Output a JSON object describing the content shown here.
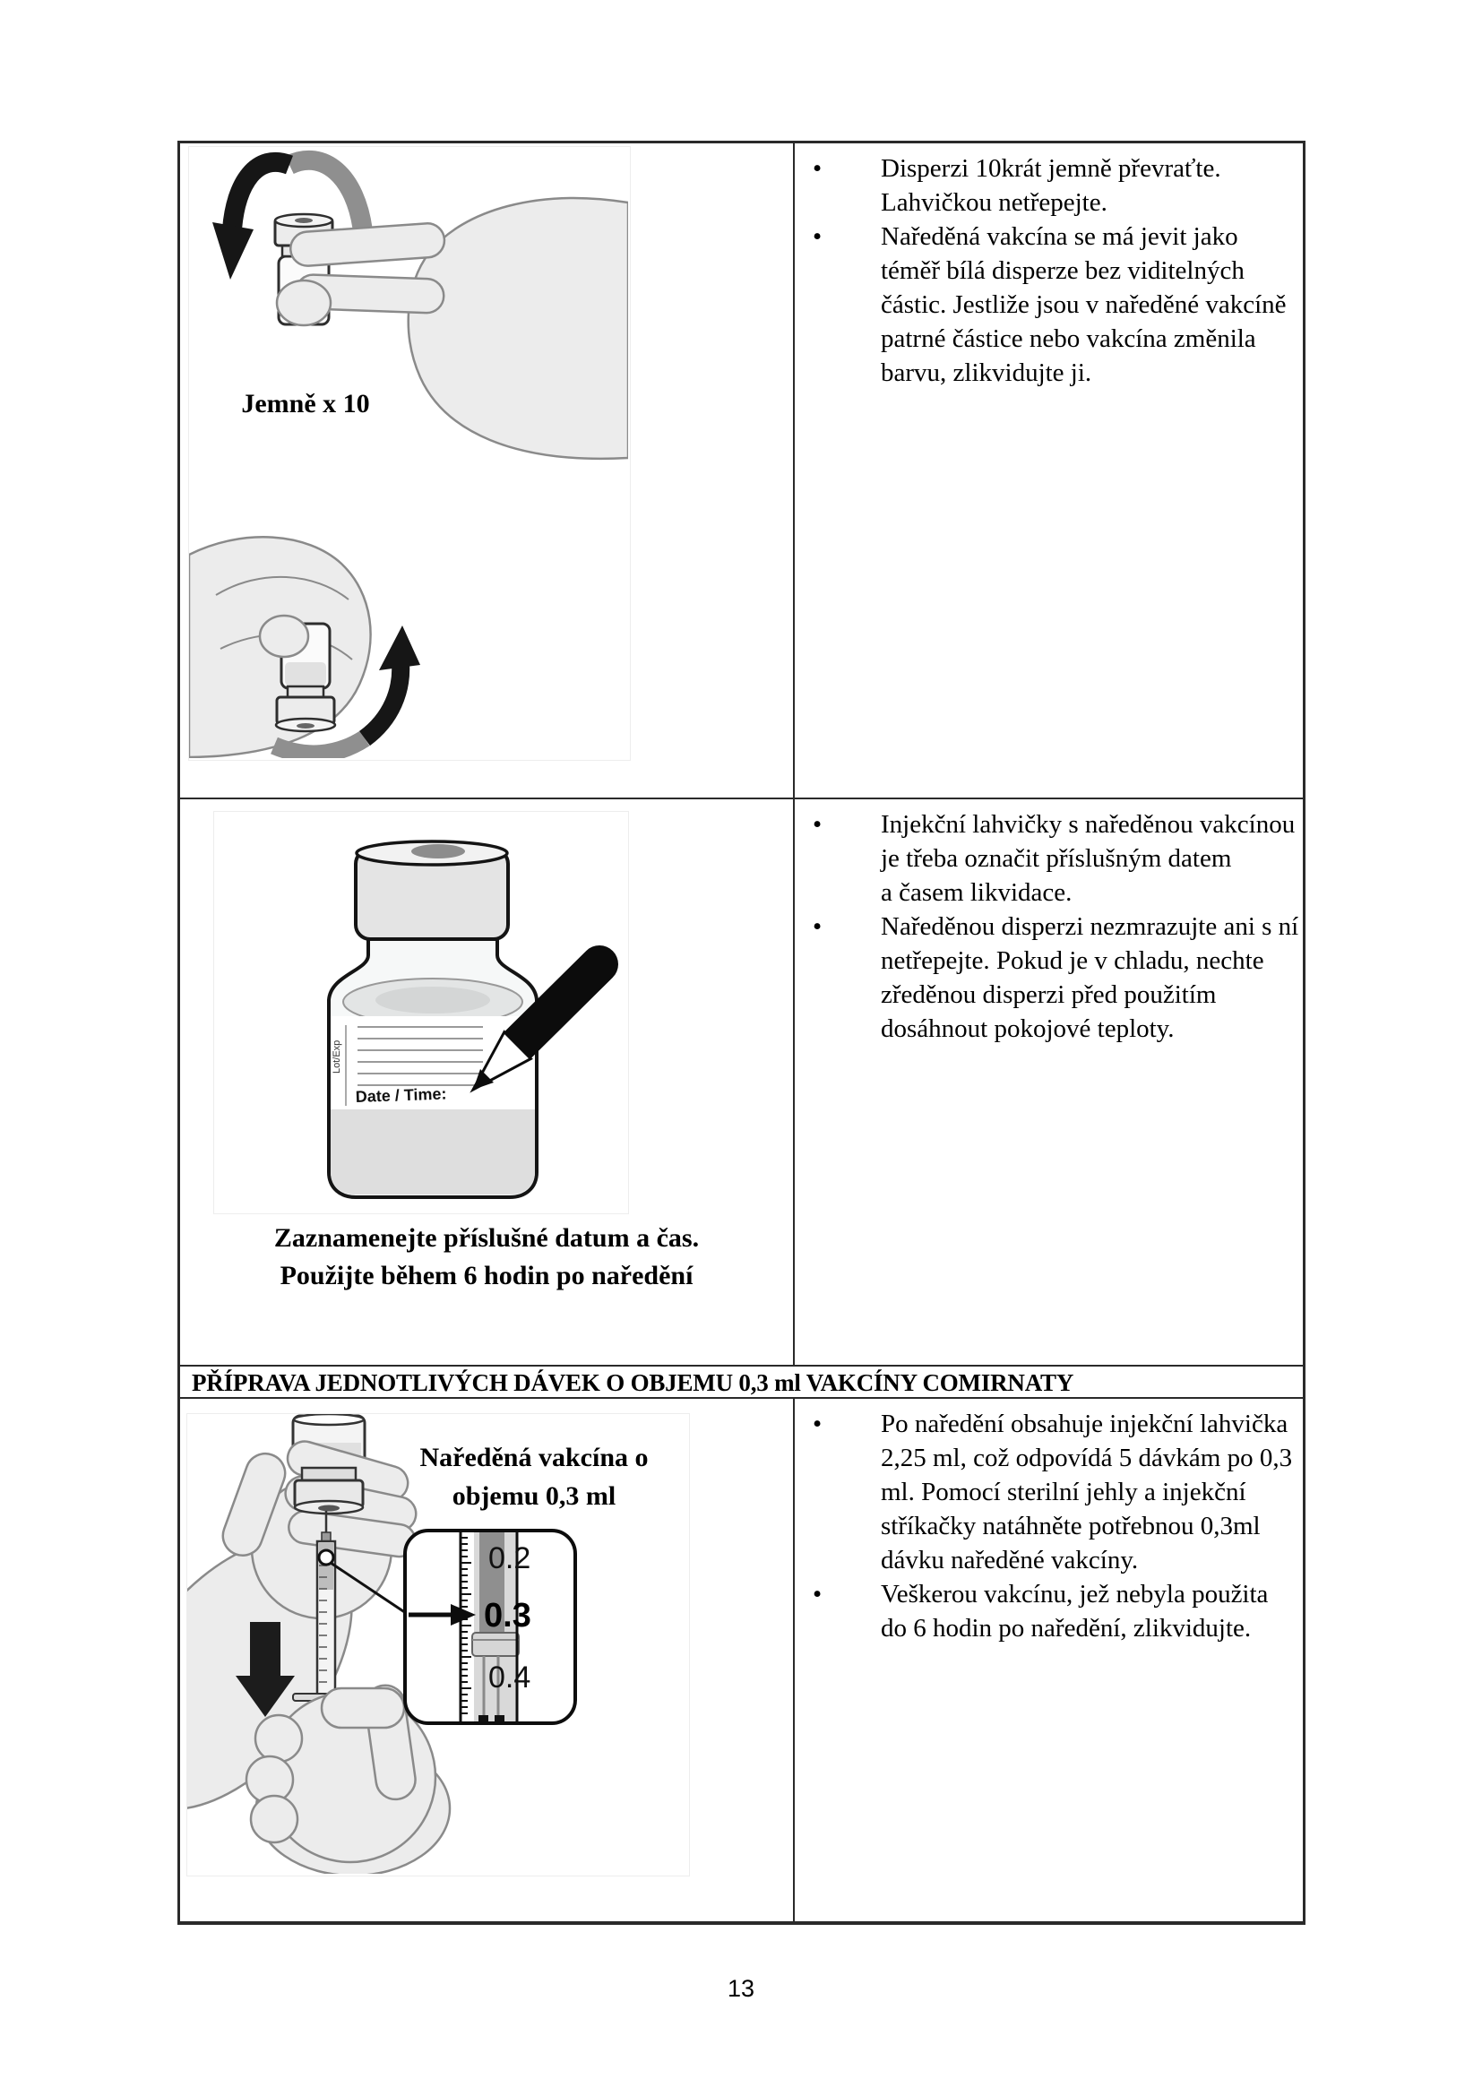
{
  "page_number": "13",
  "icons": {
    "bullet": "•"
  },
  "colors": {
    "border": "#2a2a2a",
    "text": "#000000",
    "hand_fill": "#ececec",
    "hand_stroke": "#8a8a8a",
    "arrow_black": "#161616",
    "arrow_gray": "#8f8f8f",
    "vial_cap_gray": "#e4e4e4",
    "liquid_gray": "#dedede"
  },
  "section1": {
    "caption": "Jemně x 10",
    "bullets": [
      "Disperzi 10krát jemně převraťte. Lahvičkou netřepejte.",
      "Naředěná vakcína se má jevit jako téměř bílá disperze bez viditelných částic. Jestliže jsou v naředěné vakcíně patrné částice nebo vakcína změnila barvu, zlikvidujte ji."
    ]
  },
  "section2": {
    "caption_lines": [
      "Zaznamenejte příslušné datum a čas.",
      "Použijte během 6 hodin po naředění"
    ],
    "vial_label_title": "Date / Time:",
    "vial_side_text": "Lot/Exp",
    "bullets": [
      "Injekční lahvičky s naředěnou vakcínou je třeba označit příslušným datem a časem likvidace.",
      "Naředěnou disperzi nezmrazujte ani s ní netřepejte. Pokud je v chladu, nechte zředěnou disperzi před použitím dosáhnout pokojové teploty."
    ]
  },
  "section_header": "PŘÍPRAVA JEDNOTLIVÝCH DÁVEK O OBJEMU 0,3 ml VAKCÍNY COMIRNATY",
  "section3": {
    "caption_lines": [
      "Naředěná vakcína o",
      "objemu 0,3 ml"
    ],
    "scale": [
      "0.2",
      "0.3",
      "0.4"
    ],
    "bullets": [
      "Po naředění obsahuje injekční lahvička 2,25 ml, což odpovídá 5 dávkám po 0,3 ml. Pomocí sterilní jehly a injekční stříkačky natáhněte potřebnou 0,3ml dávku naředěné vakcíny.",
      "Veškerou vakcínu, jež nebyla použita do 6 hodin po naředění, zlikvidujte."
    ]
  }
}
